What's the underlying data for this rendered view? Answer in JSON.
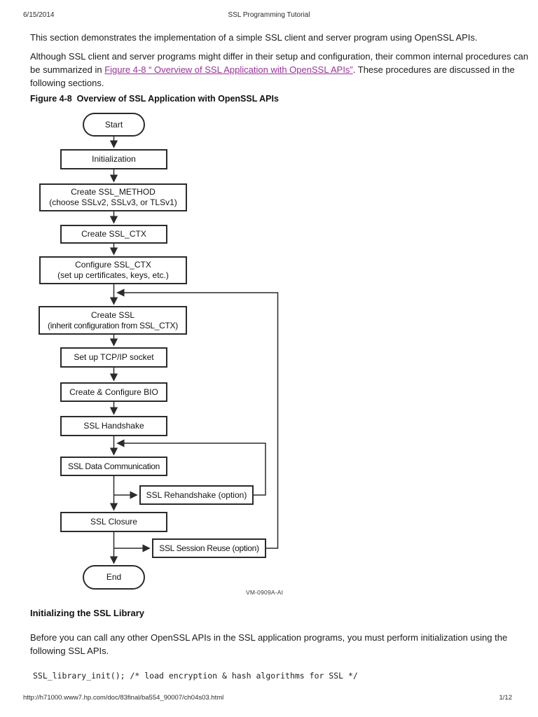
{
  "colors": {
    "link": "#993399",
    "ink": "#1c1c1c",
    "line": "#2b2b2b"
  },
  "header": {
    "date": "6/15/2014",
    "title": "SSL Programming Tutorial"
  },
  "intro": {
    "p1": "This section demonstrates the implementation of a simple SSL client and server program using OpenSSL APIs.",
    "p2_before": "Although SSL client and server programs might differ in their setup and configuration, their common internal procedures can be summarized in ",
    "p2_link": "Figure 4-8 “ Overview of SSL Application with OpenSSL APIs”",
    "p2_after": ". These procedures are discussed in the following sections."
  },
  "figure": {
    "title": "Figure 4-8  Overview of SSL Application with OpenSSL APIs",
    "diagram_label": "VM-0909A-AI",
    "nodes": {
      "start": "Start",
      "initialization": "Initialization",
      "create_method_l1": "Create SSL_METHOD",
      "create_method_l2": "(choose SSLv2, SSLv3, or TLSv1)",
      "create_ctx": "Create SSL_CTX",
      "configure_ctx_l1": "Configure SSL_CTX",
      "configure_ctx_l2": "(set up certificates, keys, etc.)",
      "create_ssl_l1": "Create SSL",
      "create_ssl_l2": "(inherit configuration from SSL_CTX)",
      "tcp_socket": "Set up TCP/IP socket",
      "bio": "Create & Configure BIO",
      "handshake": "SSL Handshake",
      "data_comm": "SSL Data Communication",
      "rehandshake": "SSL Rehandshake (option)",
      "closure": "SSL Closure",
      "session_reuse": "SSL Session Reuse (option)",
      "end": "End"
    }
  },
  "section": {
    "heading": "Initializing the SSL Library",
    "body": "Before you can call any other OpenSSL APIs in the SSL application programs, you must perform initialization using the following SSL APIs.",
    "code": "SSL_library_init(); /* load encryption & hash algorithms for SSL */"
  },
  "footer": {
    "url": "http://h71000.www7.hp.com/doc/83final/ba554_90007/ch04s03.html",
    "page_indicator": "1/12"
  }
}
